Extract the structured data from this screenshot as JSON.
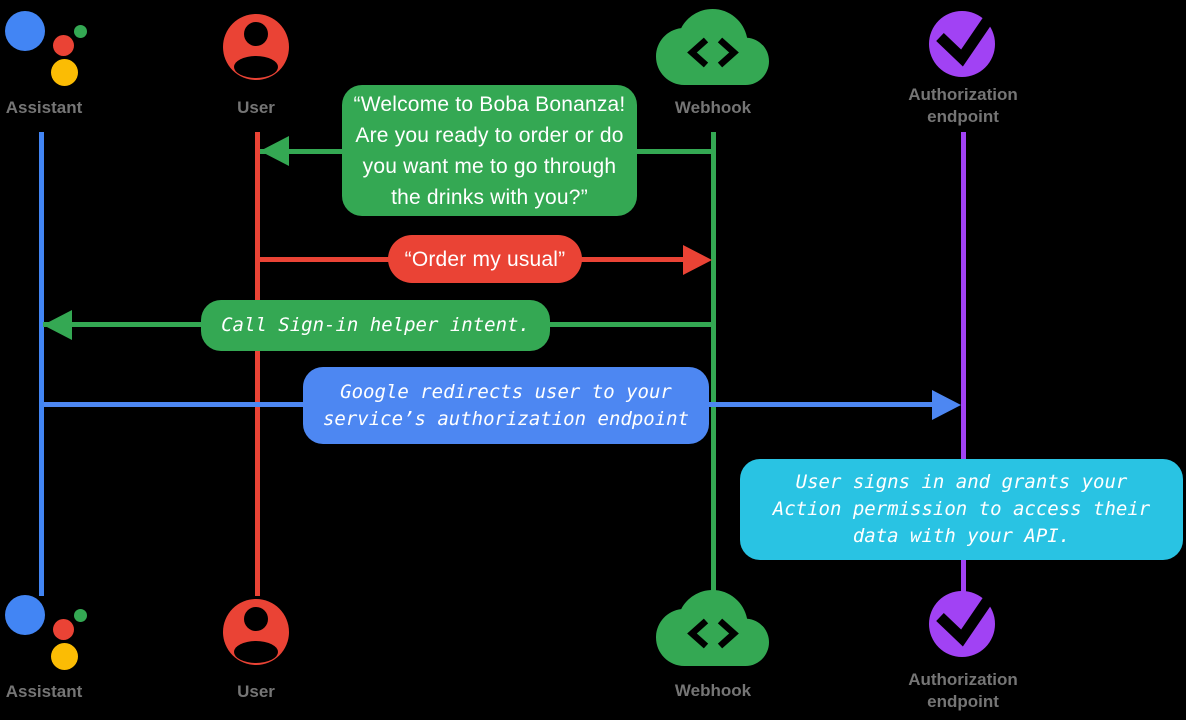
{
  "palette": {
    "background": "#000000",
    "blue": "#4285F4",
    "arrow_blue": "#4D87F2",
    "red": "#EA4335",
    "green": "#34A853",
    "yellow": "#FBBC04",
    "purple": "#A142F4",
    "cyan": "#29C3E3",
    "label_gray": "#757575"
  },
  "actors": {
    "assistant": {
      "label": "Assistant",
      "color": "#4285F4"
    },
    "user": {
      "label": "User",
      "color": "#EA4335"
    },
    "webhook": {
      "label": "Webhook",
      "color": "#34A853"
    },
    "auth": {
      "label": "Authorization\nendpoint",
      "color": "#A142F4"
    }
  },
  "assistant_logo": {
    "blue": "#4285F4",
    "red": "#EA4335",
    "yellow": "#FBBC04",
    "green": "#34A853"
  },
  "messages": {
    "welcome": {
      "from": "Webhook",
      "to": "User",
      "color": "#34A853",
      "text": "“Welcome to Boba Bonanza!\nAre you ready to order or do\nyou want me to go through\nthe drinks with you?”"
    },
    "order": {
      "from": "User",
      "to": "Webhook",
      "color": "#EA4335",
      "text": "“Order my usual”"
    },
    "signin": {
      "from": "Webhook",
      "to": "Assistant",
      "color": "#34A853",
      "text": "Call Sign-in helper intent."
    },
    "redirect": {
      "from": "Assistant",
      "to": "Authorization endpoint",
      "color": "#4D87F2",
      "text": "Google redirects user to your\nservice’s authorization endpoint"
    },
    "grant": {
      "over": "Authorization endpoint",
      "color": "#29C3E3",
      "text": "User signs in and grants your\nAction permission to access their\ndata with your API."
    }
  }
}
